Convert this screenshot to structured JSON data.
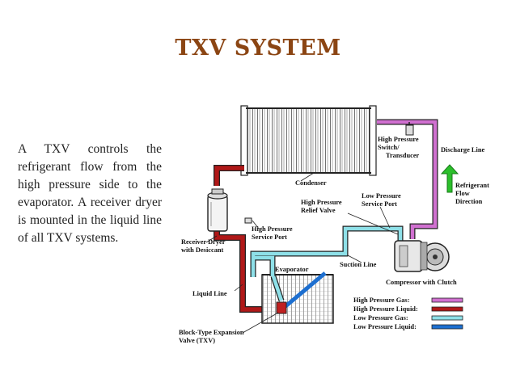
{
  "title": "TXV SYSTEM",
  "description": "A TXV controls the refrigerant flow from the high pressure side to the evaporator. A receiver dryer is mounted in the liquid line of all TXV systems.",
  "colors": {
    "title": "#8B4513",
    "high_pressure_gas": "#D070D0",
    "high_pressure_liquid": "#B01818",
    "low_pressure_gas": "#8EE0E8",
    "low_pressure_liquid": "#1D6FD0",
    "flow_arrow": "#2BBF2B"
  },
  "labels": {
    "condenser": "Condenser",
    "hp_switch_1": "High Pressure",
    "hp_switch_2": "Switch/",
    "hp_switch_3": "Transducer",
    "discharge_line": "Discharge Line",
    "flow_1": "Refrigerant",
    "flow_2": "Flow",
    "flow_3": "Direction",
    "relief_1": "High Pressure",
    "relief_2": "Relief Valve",
    "lp_port_1": "Low Pressure",
    "lp_port_2": "Service Port",
    "hp_port_1": "High Pressure",
    "hp_port_2": "Service Port",
    "receiver_1": "Receiver Dryer",
    "receiver_2": "with Desiccant",
    "evaporator": "Evaporator",
    "suction_line": "Suction Line",
    "compressor": "Compressor with Clutch",
    "liquid_line": "Liquid Line",
    "expansion_1": "Block-Type Expansion",
    "expansion_2": "Valve (TXV)"
  },
  "legend": [
    {
      "label": "High Pressure Gas:",
      "color": "#D070D0"
    },
    {
      "label": "High Pressure Liquid:",
      "color": "#B01818"
    },
    {
      "label": "Low Pressure Gas:",
      "color": "#8EE0E8"
    },
    {
      "label": "Low Pressure Liquid:",
      "color": "#1D6FD0"
    }
  ]
}
